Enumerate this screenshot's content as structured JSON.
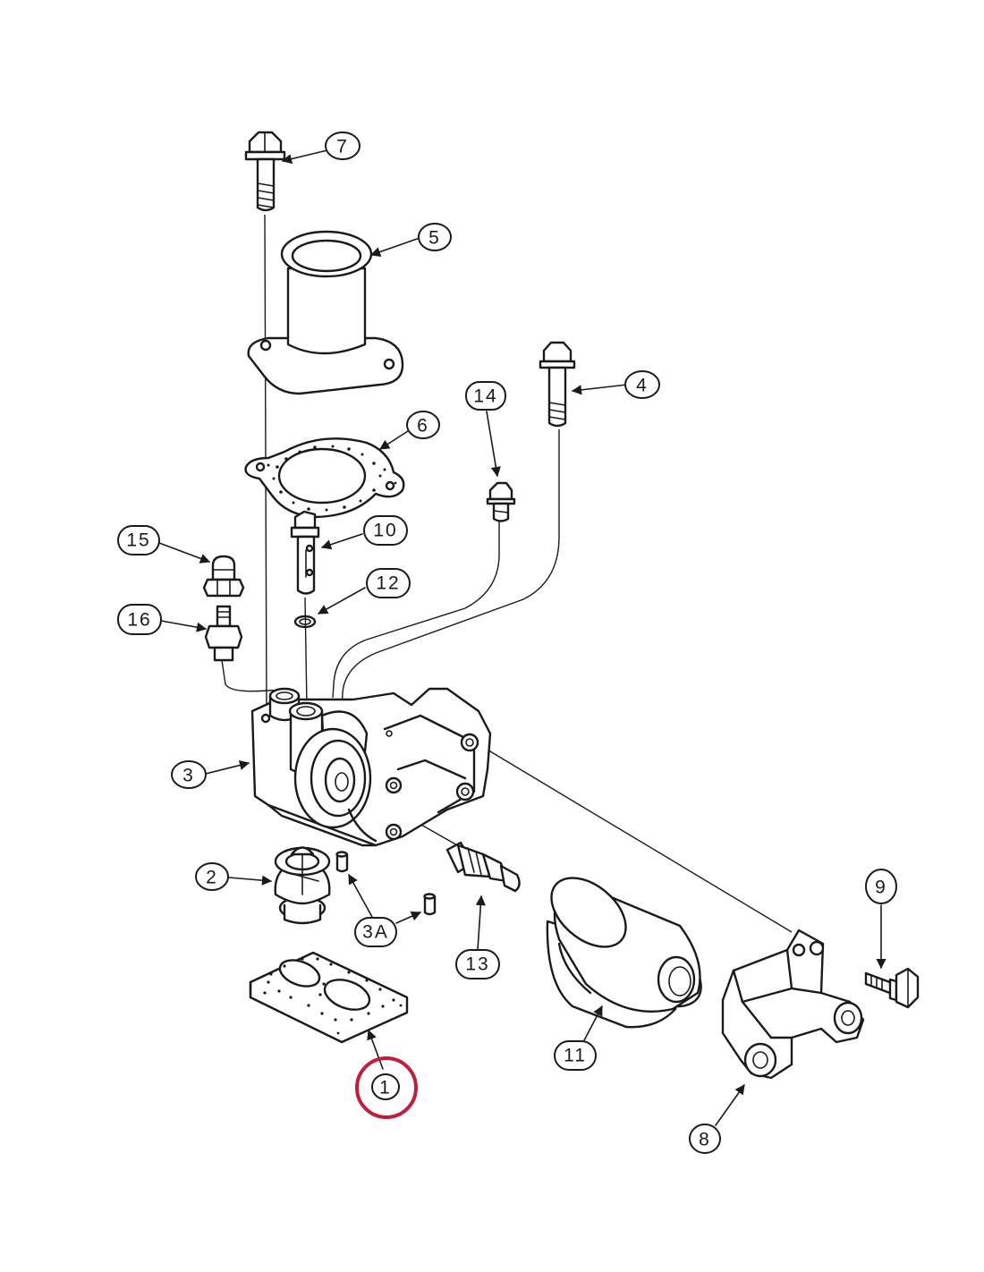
{
  "diagram": {
    "highlight_color": "#c01e3c",
    "line_color": "#1a1a1a",
    "callouts": [
      {
        "id": "7",
        "label": "7"
      },
      {
        "id": "5",
        "label": "5"
      },
      {
        "id": "4",
        "label": "4"
      },
      {
        "id": "14",
        "label": "14"
      },
      {
        "id": "6",
        "label": "6"
      },
      {
        "id": "15",
        "label": "15"
      },
      {
        "id": "10",
        "label": "10"
      },
      {
        "id": "12",
        "label": "12"
      },
      {
        "id": "16",
        "label": "16"
      },
      {
        "id": "3",
        "label": "3"
      },
      {
        "id": "2",
        "label": "2"
      },
      {
        "id": "3A",
        "label": "3A"
      },
      {
        "id": "13",
        "label": "13"
      },
      {
        "id": "9",
        "label": "9"
      },
      {
        "id": "11",
        "label": "11"
      },
      {
        "id": "1",
        "label": "1",
        "highlighted": true
      },
      {
        "id": "8",
        "label": "8"
      }
    ]
  }
}
